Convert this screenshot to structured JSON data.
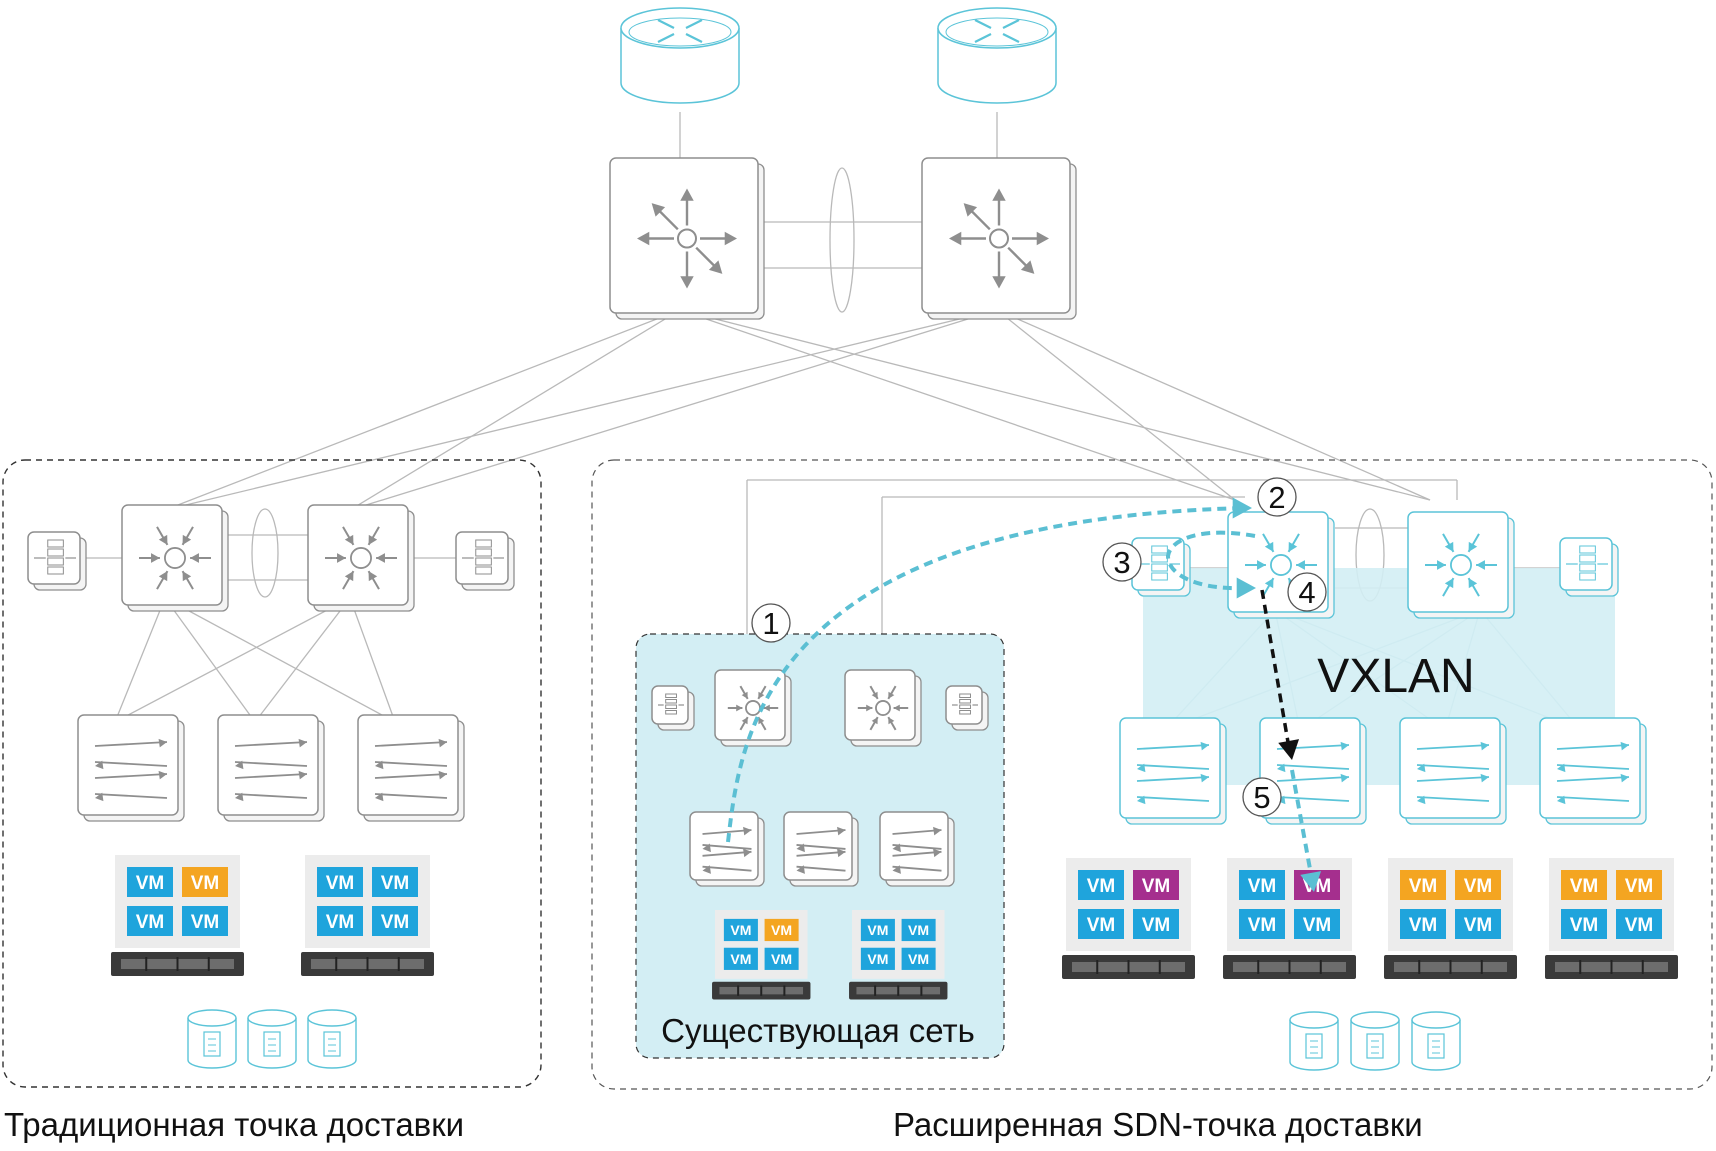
{
  "labels": {
    "left_zone": "Традиционная точка доставки",
    "right_zone": "Расширенная SDN-точка доставки",
    "existing_network": "Существующая сеть",
    "overlay": "VXLAN",
    "vm": "VM"
  },
  "steps": [
    "1",
    "2",
    "3",
    "4",
    "5"
  ],
  "colors": {
    "line": "#b9b9b9",
    "device_stroke": "#8e8e8e",
    "cyan_device": "#5bc4d8",
    "vxlan_fill": "#d3eef4",
    "flow_cyan": "#5bbfd3",
    "flow_black": "#111111",
    "vm_blue": "#1fa4dc",
    "vm_orange": "#f4a521",
    "vm_purple": "#a52f8e",
    "server_dark": "#3a3a3a"
  },
  "icons": [
    "router-icon",
    "core-switch-icon",
    "aggregation-switch-icon",
    "access-switch-icon",
    "firewall-icon",
    "storage-icon",
    "server-icon"
  ]
}
